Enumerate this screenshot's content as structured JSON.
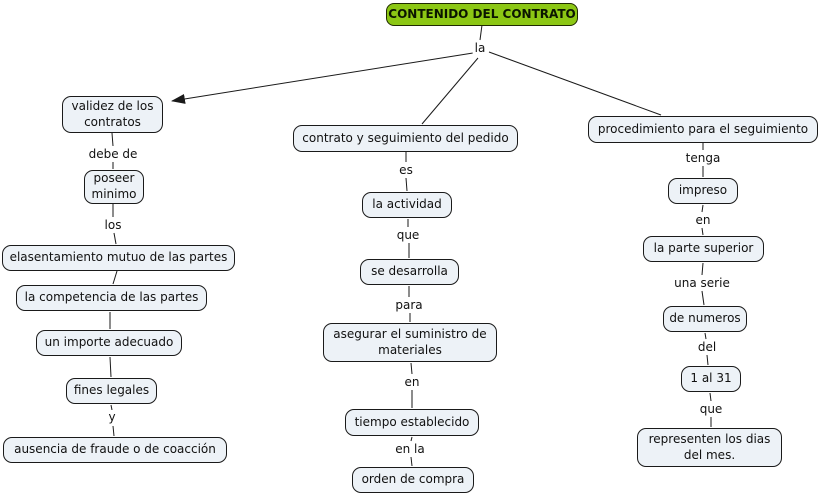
{
  "root": {
    "label": "CONTENIDO DEL CONTRATO"
  },
  "connectors": {
    "root_link": "la",
    "left": {
      "l1": "debe de",
      "l2": "los",
      "l3": "y"
    },
    "middle": {
      "l1": "es",
      "l2": "que",
      "l3": "para",
      "l4": "en",
      "l5": "en la"
    },
    "right": {
      "l1": "tenga",
      "l2": "en",
      "l3": "una serie",
      "l4": "del",
      "l5": "que"
    }
  },
  "nodes": {
    "left": {
      "n1": "validez de los contratos",
      "n2": "poseer minimo",
      "n3": "elasentamiento mutuo de las partes",
      "n4": "la competencia de las partes",
      "n5": "un importe adecuado",
      "n6": "fines legales",
      "n7": "ausencia de fraude o de coacción"
    },
    "middle": {
      "n1": "contrato y seguimiento del pedido",
      "n2": "la actividad",
      "n3": "se desarrolla",
      "n4": "asegurar el suministro de materiales",
      "n5": "tiempo establecido",
      "n6": "orden de compra"
    },
    "right": {
      "n1": "procedimiento para el seguimiento",
      "n2": "impreso",
      "n3": "la parte superior",
      "n4": "de numeros",
      "n5": "1 al 31",
      "n6": "representen los dias del mes."
    }
  },
  "colors": {
    "root_fill": "#8CC714",
    "node_fill": "#EDF2F7",
    "line": "#1a1a1a"
  }
}
